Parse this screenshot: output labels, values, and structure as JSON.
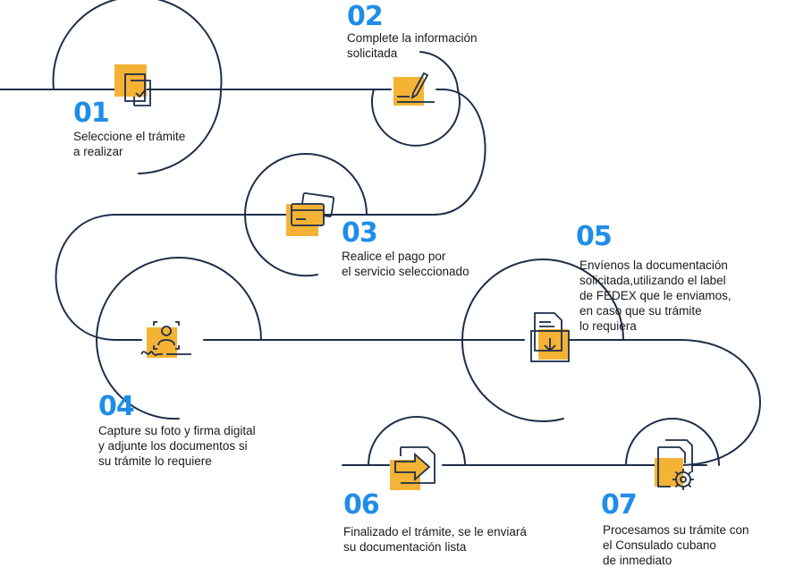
{
  "colors": {
    "line": "#1c2e4a",
    "accent": "#f5b335",
    "number": "#1f8de8",
    "text": "#1a1a1a"
  },
  "steps": [
    {
      "number": "01",
      "text": "Seleccione el trámite\na realizar",
      "icon": "documents-check-icon"
    },
    {
      "number": "02",
      "text": "Complete la información\nsolicitada",
      "icon": "pen-sign-icon"
    },
    {
      "number": "03",
      "text": "Realice el pago por\nel servicio seleccionado",
      "icon": "credit-card-icon"
    },
    {
      "number": "04",
      "text": "Capture su foto y firma digital\ny adjunte los documentos si\nsu trámite lo requiere",
      "icon": "photo-signature-icon"
    },
    {
      "number": "05",
      "text": "Envíenos la documentación\nsolicitada,utilizando el label\nde FEDEX que le enviamos,\nen caso que su trámite\nlo requiera",
      "icon": "document-download-icon"
    },
    {
      "number": "06",
      "text": "Finalizado el trámite, se le enviará\nsu documentación lista",
      "icon": "document-forward-icon"
    },
    {
      "number": "07",
      "text": "Procesamos su trámite con\nel Consulado cubano\nde inmediato",
      "icon": "documents-gear-icon"
    }
  ]
}
